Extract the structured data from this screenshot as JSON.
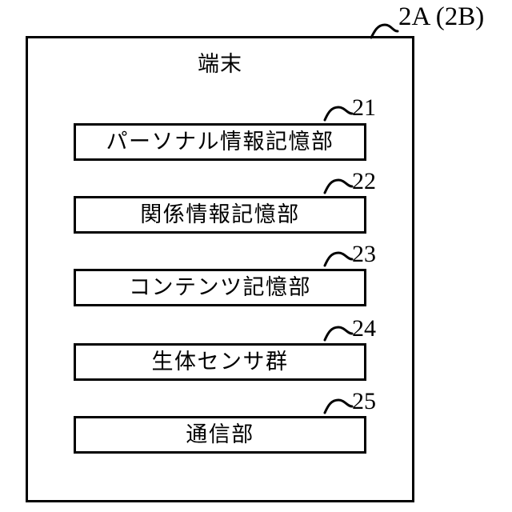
{
  "figure": {
    "background_color": "#ffffff",
    "line_color": "#000000",
    "main_reference": "2A (2B)",
    "frame_title": "端末",
    "modules": [
      {
        "label": "パーソナル情報記憶部",
        "ref": "21"
      },
      {
        "label": "関係情報記憶部",
        "ref": "22"
      },
      {
        "label": "コンテンツ記憶部",
        "ref": "23"
      },
      {
        "label": "生体センサ群",
        "ref": "24"
      },
      {
        "label": "通信部",
        "ref": "25"
      }
    ]
  }
}
